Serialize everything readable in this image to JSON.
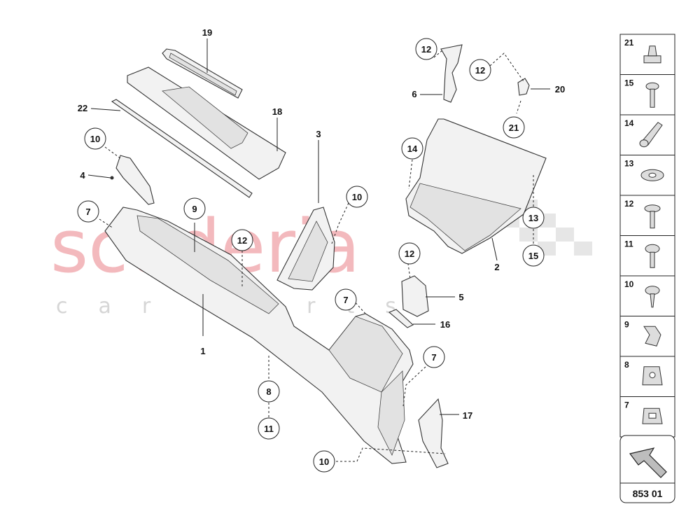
{
  "watermark": {
    "brand": "scuderia",
    "sub": "car parts"
  },
  "callouts": {
    "c19": "19",
    "c22": "22",
    "c18": "18",
    "c10a": "10",
    "c4": "4",
    "c3": "3",
    "c7a": "7",
    "c9": "9",
    "c12a": "12",
    "c10b": "10",
    "c1": "1",
    "c8": "8",
    "c11": "11",
    "c12b": "12",
    "c6": "6",
    "c12c": "12",
    "c20": "20",
    "c21": "21",
    "c14": "14",
    "c13": "13",
    "c15": "15",
    "c2": "2",
    "c12d": "12",
    "c5": "5",
    "c16": "16",
    "c7b": "7",
    "c7c": "7",
    "c17": "17",
    "c10c": "10"
  },
  "legend": [
    {
      "num": "21",
      "icon": "clip-nut-icon"
    },
    {
      "num": "15",
      "icon": "screw-icon"
    },
    {
      "num": "14",
      "icon": "long-screw-icon"
    },
    {
      "num": "13",
      "icon": "washer-icon"
    },
    {
      "num": "12",
      "icon": "flange-screw-icon"
    },
    {
      "num": "11",
      "icon": "rivet-icon"
    },
    {
      "num": "10",
      "icon": "push-rivet-icon"
    },
    {
      "num": "9",
      "icon": "clip-icon"
    },
    {
      "num": "8",
      "icon": "speed-nut-icon"
    },
    {
      "num": "7",
      "icon": "flat-clip-icon"
    }
  ],
  "page_code": "853 01"
}
